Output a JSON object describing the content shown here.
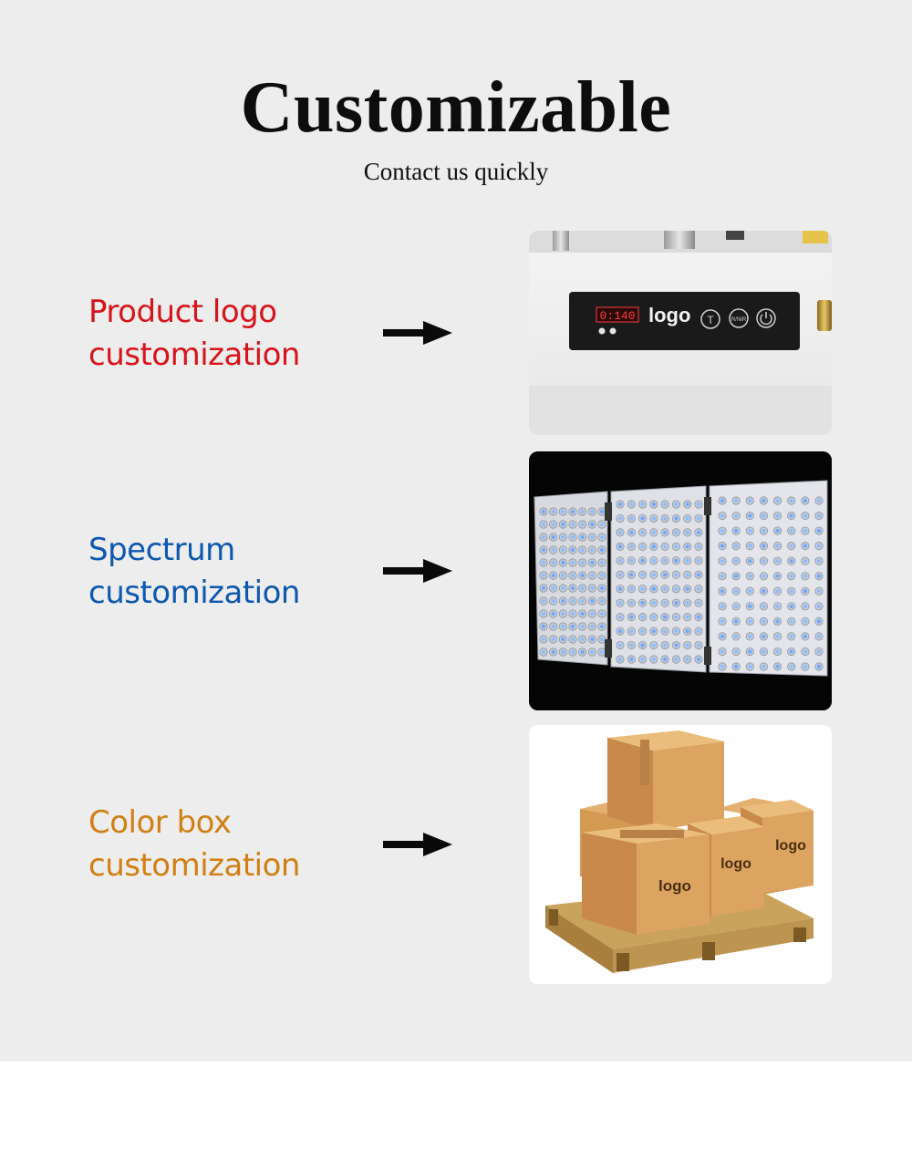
{
  "header": {
    "title": "Customizable",
    "subtitle": "Contact us quickly"
  },
  "rows": [
    {
      "line1": "Product logo",
      "line2": "customization",
      "color": "#d7141b",
      "image": {
        "display_digits": "0:140",
        "logo_text": "logo",
        "button_1": "T",
        "button_2": "R/NIR"
      }
    },
    {
      "line1": "Spectrum",
      "line2": "customization",
      "color": "#0c58b0",
      "image": {}
    },
    {
      "line1": "Color box",
      "line2": "customization",
      "color": "#d17f13",
      "image": {
        "box_logos": [
          "logo",
          "logo",
          "logo"
        ]
      }
    }
  ],
  "icons": {
    "arrow": "arrow-right-icon",
    "power": "power-icon"
  }
}
